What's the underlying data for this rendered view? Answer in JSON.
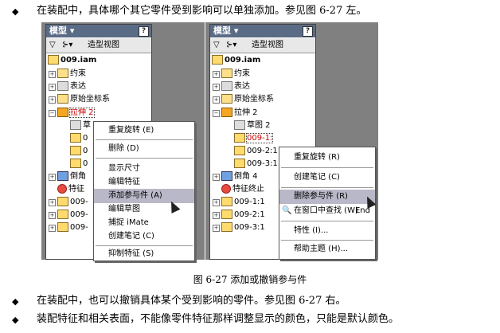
{
  "paragraphs": [
    {
      "bullet": "◆",
      "text": "在装配中，具体哪个其它零件受到影响可以单独添加。参见图 6-27 左。"
    },
    {
      "bullet": "◆",
      "text": "在装配中，也可以撤销具体某个受到影响的零件。参见图 6-27 右。"
    },
    {
      "bullet": "◆",
      "text": "装配特征和相关表面，不能像零件特征那样调整显示的颜色，只能是默认颜色。"
    }
  ],
  "caption": "图 6-27 添加或撤销参与件",
  "left": {
    "panel_title": "模型 ▾",
    "help": "?",
    "toolbar": [
      "▽",
      "⊱▾",
      "造型视图"
    ],
    "tree": [
      "009.iam",
      "约束",
      "表达",
      "原始坐标系",
      "拉伸 2",
      "草",
      "0",
      "0",
      "0",
      "倒角",
      "特征",
      "009-",
      "009-",
      "009-"
    ],
    "menu": [
      "重复旋转 (E)",
      "删除 (D)",
      "显示尺寸",
      "编辑特征",
      "添加参与件 (A)",
      "编辑草图",
      "捕捉 iMate",
      "创建笔记 (C)",
      "抑制特征 (S)"
    ]
  },
  "right": {
    "panel_title": "模型 ▾",
    "help": "?",
    "toolbar": [
      "▽",
      "⊱▾",
      "造型视图"
    ],
    "tree": [
      "009.iam",
      "约束",
      "表达",
      "原始坐标系",
      "拉伸 2",
      "草图 2",
      "009-1:",
      "009-2:1",
      "009-3:1",
      "倒角 4",
      "特征终止",
      "009-1:1",
      "009-2:1",
      "009-3:1"
    ],
    "menu": [
      "重复旋转 (R)",
      "创建笔记 (C)",
      "删除参与件 (R)",
      "在窗口中查找 (W)",
      "End",
      "特性 (I)...",
      "帮助主题 (H)..."
    ]
  }
}
